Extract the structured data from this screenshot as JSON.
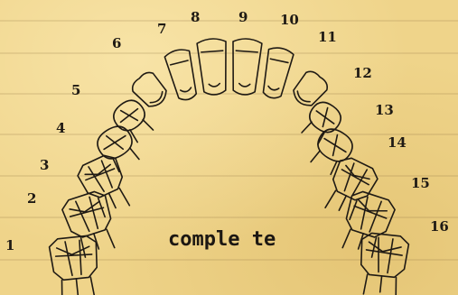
{
  "tooth_numbers": [
    "1",
    "2",
    "3",
    "4",
    "5",
    "6",
    "7",
    "8",
    "9",
    "10",
    "11",
    "12",
    "13",
    "14",
    "15",
    "16"
  ],
  "caption": "comple te"
}
